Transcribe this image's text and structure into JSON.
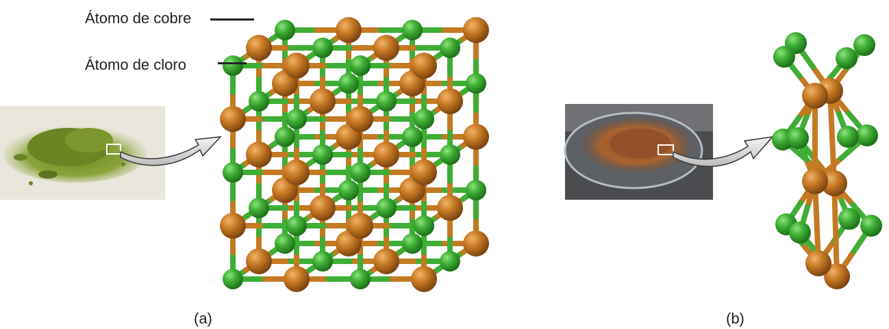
{
  "labels": {
    "copper_atom": "Átomo de cobre",
    "chlorine_atom": "Átomo de cloro"
  },
  "captions": {
    "a": "(a)",
    "b": "(b)"
  },
  "colors": {
    "copper": "#c47a22",
    "chlorine": "#3fae35",
    "background": "#ffffff",
    "text": "#231f20"
  },
  "panels": {
    "a": {
      "photo": "green copper chloride powder",
      "structure": "3D crystal lattice"
    },
    "b": {
      "photo": "brown copper chloride powder on a watch glass",
      "structure": "chain structure"
    }
  }
}
